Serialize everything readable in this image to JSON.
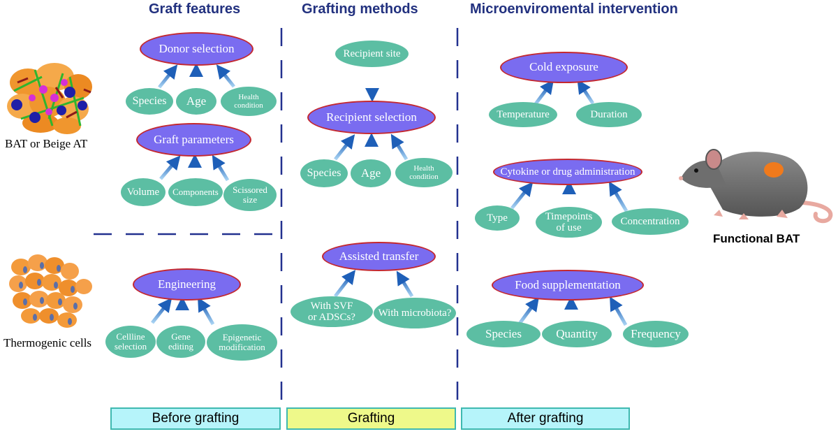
{
  "headers": {
    "graft_features": "Graft features",
    "grafting_methods": "Grafting  methods",
    "micro_intervention": "Microenviromental intervention"
  },
  "side_labels": {
    "bat_beige": "BAT or Beige AT",
    "thermogenic": "Thermogenic cells",
    "functional_bat": "Functional BAT"
  },
  "graft_features": {
    "donor_selection": {
      "title": "Donor selection",
      "factors": {
        "species": "Species",
        "age": "Age",
        "health_l1": "Health",
        "health_l2": "condition"
      }
    },
    "graft_parameters": {
      "title": "Graft parameters",
      "factors": {
        "volume": "Volume",
        "components": "Components",
        "scissored_l1": "Scissored",
        "scissored_l2": "size"
      }
    },
    "engineering": {
      "title": "Engineering",
      "factors": {
        "cellline_l1": "Cellline",
        "cellline_l2": "selection",
        "gene_l1": "Gene",
        "gene_l2": "editing",
        "epi_l1": "Epigenetic",
        "epi_l2": "modification"
      }
    }
  },
  "grafting_methods": {
    "recipient_site": "Recipient site",
    "recipient_selection": {
      "title": "Recipient  selection",
      "factors": {
        "species": "Species",
        "age": "Age",
        "health_l1": "Health",
        "health_l2": "condition"
      }
    },
    "assisted_transfer": {
      "title": "Assisted  transfer",
      "factors": {
        "svf_l1": "With SVF",
        "svf_l2": "or ADSCs?",
        "microbiota": "With microbiota?"
      }
    }
  },
  "micro_intervention": {
    "cold_exposure": {
      "title": "Cold exposure",
      "factors": {
        "temperature": "Temperature",
        "duration": "Duration"
      }
    },
    "cytokine": {
      "title": "Cytokine or drug administration",
      "factors": {
        "type": "Type",
        "timepoints_l1": "Timepoints",
        "timepoints_l2": "of use",
        "concentration": "Concentration"
      }
    },
    "food": {
      "title": "Food supplementation",
      "factors": {
        "species": "Species",
        "quantity": "Quantity",
        "frequency": "Frequency"
      }
    }
  },
  "stages": {
    "before": "Before  grafting",
    "grafting": "Grafting",
    "after": "After  grafting"
  },
  "colors": {
    "header_text": "#22317f",
    "dashed_line": "#22318f",
    "purple_oval": "#7a6cf0",
    "purple_border": "#c4282f",
    "green_oval": "#5cbea3",
    "arrow_blue": "#2f78c8",
    "stage_before_fill": "#b6f4fa",
    "stage_grafting_fill": "#eef98a",
    "stage_after_fill": "#b6f4fa",
    "stage_border": "#3fb9b0"
  }
}
